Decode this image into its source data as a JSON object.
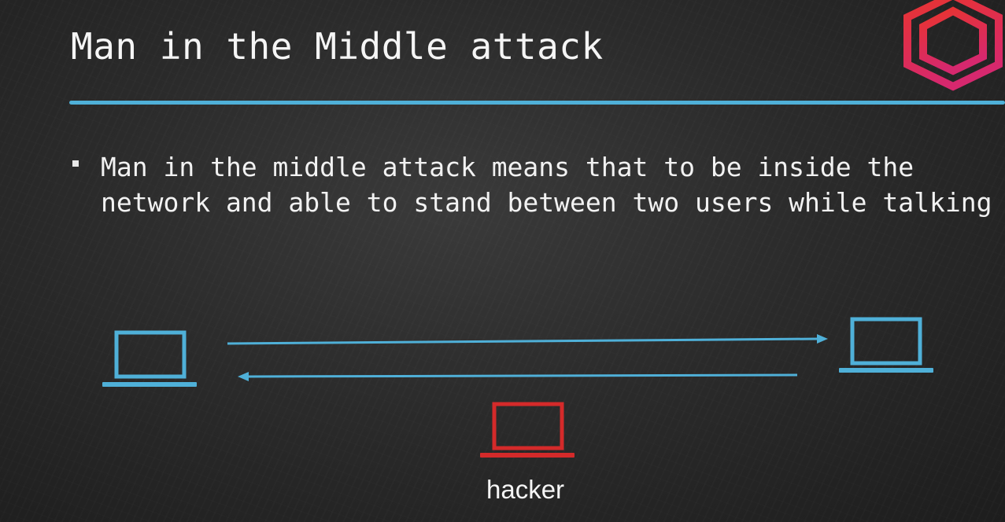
{
  "title": "Man in the Middle attack",
  "bullet": "Man in the middle attack means that to be inside the network and able to stand between two users while talking",
  "diagram": {
    "hacker_label": "hacker",
    "colors": {
      "user": "#4fb0d8",
      "hacker": "#d42a2a",
      "arrow": "#4fb0d8"
    }
  },
  "logo": {
    "icon": "hexagon-brand-icon",
    "colors": [
      "#e8342f",
      "#d6286e"
    ]
  }
}
